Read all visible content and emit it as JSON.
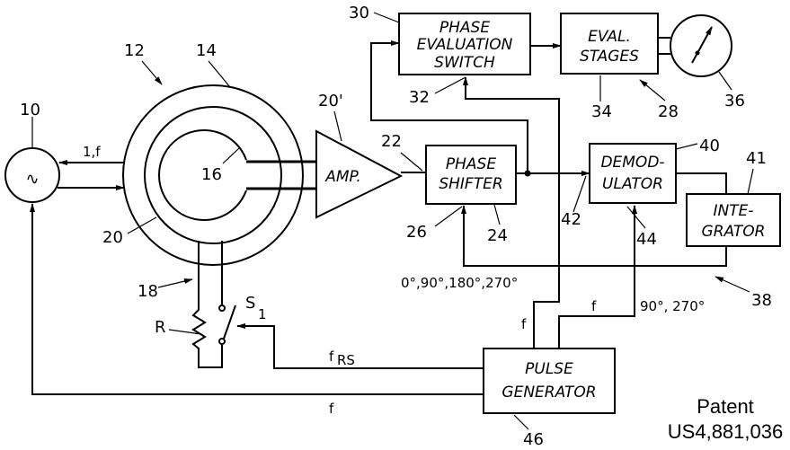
{
  "figure": {
    "title": "Phase evaluation circuit block diagram",
    "blocks": {
      "amplifier": "AMP.",
      "phase_evaluation_switch": [
        "PHASE",
        "EVALUATION",
        "SWITCH"
      ],
      "eval_stages": [
        "EVAL.",
        "STAGES"
      ],
      "phase_shifter": [
        "PHASE",
        "SHIFTER"
      ],
      "demodulator": [
        "DEMOD-",
        "ULATOR"
      ],
      "integrator": [
        "INTE-",
        "GRATOR"
      ],
      "pulse_generator": [
        "PULSE",
        "GENERATOR"
      ]
    },
    "reference_numerals": {
      "source": "10",
      "resonator": "12",
      "outer_ring": "14",
      "inner_disk": "16",
      "load_branch": "18",
      "middle_ring": "20",
      "amplifier": "20'",
      "amp_output": "22",
      "phase_shifter": "24",
      "phase_shifter_control": "26",
      "evaluation_unit": "28",
      "phase_eval_switch": "30",
      "switch_control": "32",
      "eval_stages": "34",
      "meter": "36",
      "control_loop": "38",
      "demodulator": "40",
      "integrator": "41",
      "demod_input": "42",
      "demod_control": "44",
      "pulse_generator": "46"
    },
    "signal_labels": {
      "source_output": "1,f",
      "phase_steps": "0°,90°,180°,270°",
      "demod_phases": "90°, 270°",
      "freq_to_switch": "f",
      "freq_to_demod": "f",
      "switch_freq": "f",
      "switch_freq_sub": "RS",
      "source_freq": "f",
      "resistor": "R",
      "switch": "S",
      "switch_sub": "1"
    },
    "source_symbol": "∿",
    "caption": [
      "Patent",
      "US4,881,036"
    ]
  }
}
